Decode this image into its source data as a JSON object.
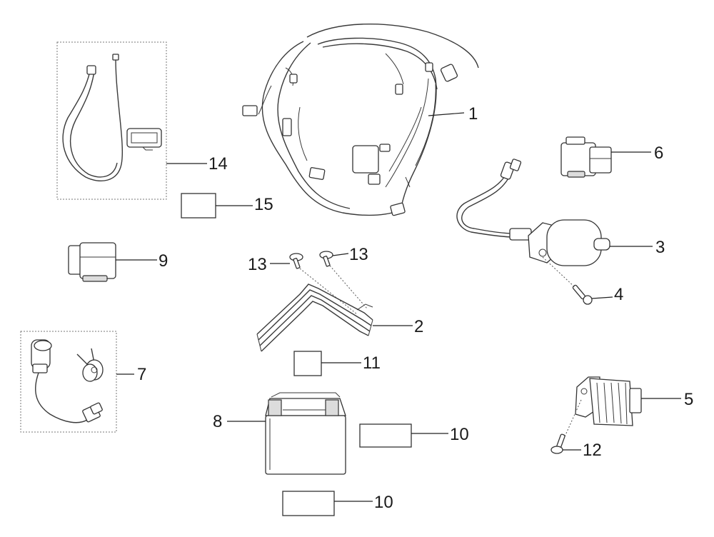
{
  "callouts": {
    "c1": "1",
    "c2": "2",
    "c3": "3",
    "c4": "4",
    "c5": "5",
    "c6": "6",
    "c7": "7",
    "c8": "8",
    "c9": "9",
    "c10a": "10",
    "c10b": "10",
    "c11": "11",
    "c12": "12",
    "c13a": "13",
    "c13b": "13",
    "c14": "14",
    "c15": "15"
  },
  "parts": [
    {
      "id": "wiring-harness",
      "callout": "1"
    },
    {
      "id": "battery-bracket",
      "callout": "2"
    },
    {
      "id": "ignition-coil",
      "callout": "3"
    },
    {
      "id": "coil-bolt",
      "callout": "4"
    },
    {
      "id": "regulator-rectifier",
      "callout": "5"
    },
    {
      "id": "relay",
      "callout": "6"
    },
    {
      "id": "ignition-switch-with-keys",
      "callout": "7"
    },
    {
      "id": "battery",
      "callout": "8"
    },
    {
      "id": "flasher-relay",
      "callout": "9"
    },
    {
      "id": "pad",
      "callout": "10"
    },
    {
      "id": "pad-small",
      "callout": "11"
    },
    {
      "id": "regulator-bolt",
      "callout": "12"
    },
    {
      "id": "bracket-screw",
      "callout": "13"
    },
    {
      "id": "meter-sensor-wire",
      "callout": "14"
    },
    {
      "id": "label-pad",
      "callout": "15"
    }
  ]
}
